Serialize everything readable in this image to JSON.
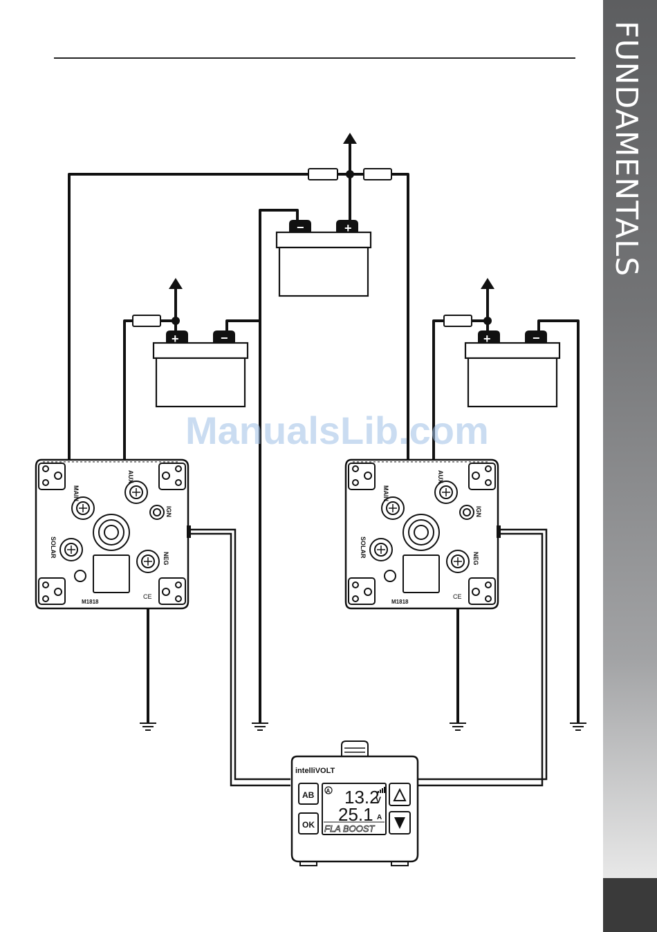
{
  "sidebar": {
    "title": "FUNDAMENTALS"
  },
  "watermark": "ManualsLib.com",
  "charger_labels": {
    "main": "MAIN",
    "aux": "AUX",
    "ign": "IGN",
    "solar": "SOLAR",
    "neg": "NEG",
    "model": "M1818"
  },
  "battery_terminals": {
    "positive": "+",
    "negative": "−"
  },
  "display_unit": {
    "brand": "intelliVOLT",
    "button_ab": "AB",
    "button_ok": "OK",
    "voltage": "13.2",
    "voltage_unit": "V",
    "current": "25.1",
    "current_unit": "A",
    "mode_text": "FLA BOOST",
    "channel_badge": "A"
  },
  "colors": {
    "wire": "#111111",
    "sidebar": "#6e6f71",
    "watermark": "#9fc1e6"
  }
}
